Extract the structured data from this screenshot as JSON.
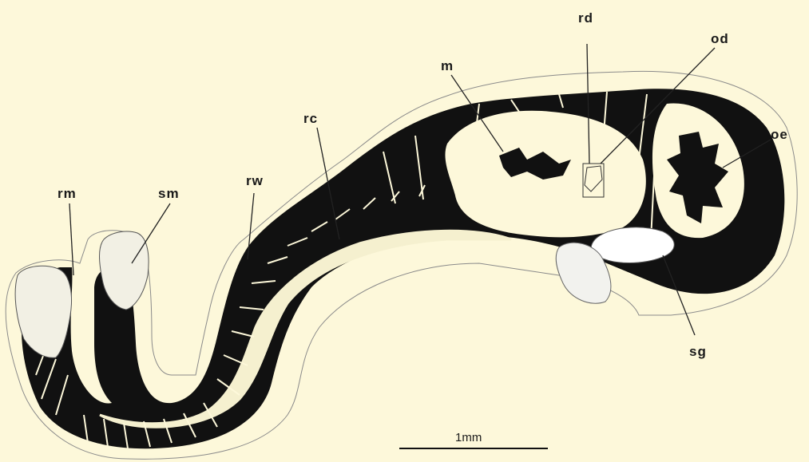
{
  "figure": {
    "labels": {
      "rm": "rm",
      "sm": "sm",
      "rw": "rw",
      "rc": "rc",
      "m": "m",
      "rd": "rd",
      "od": "od",
      "oe": "oe",
      "sg": "sg"
    },
    "scale_bar": {
      "label": "1mm"
    }
  },
  "colors": {
    "background": "#fdf8da",
    "tissue": "#111111",
    "outline": "#888888",
    "gland": "#ffffff"
  }
}
